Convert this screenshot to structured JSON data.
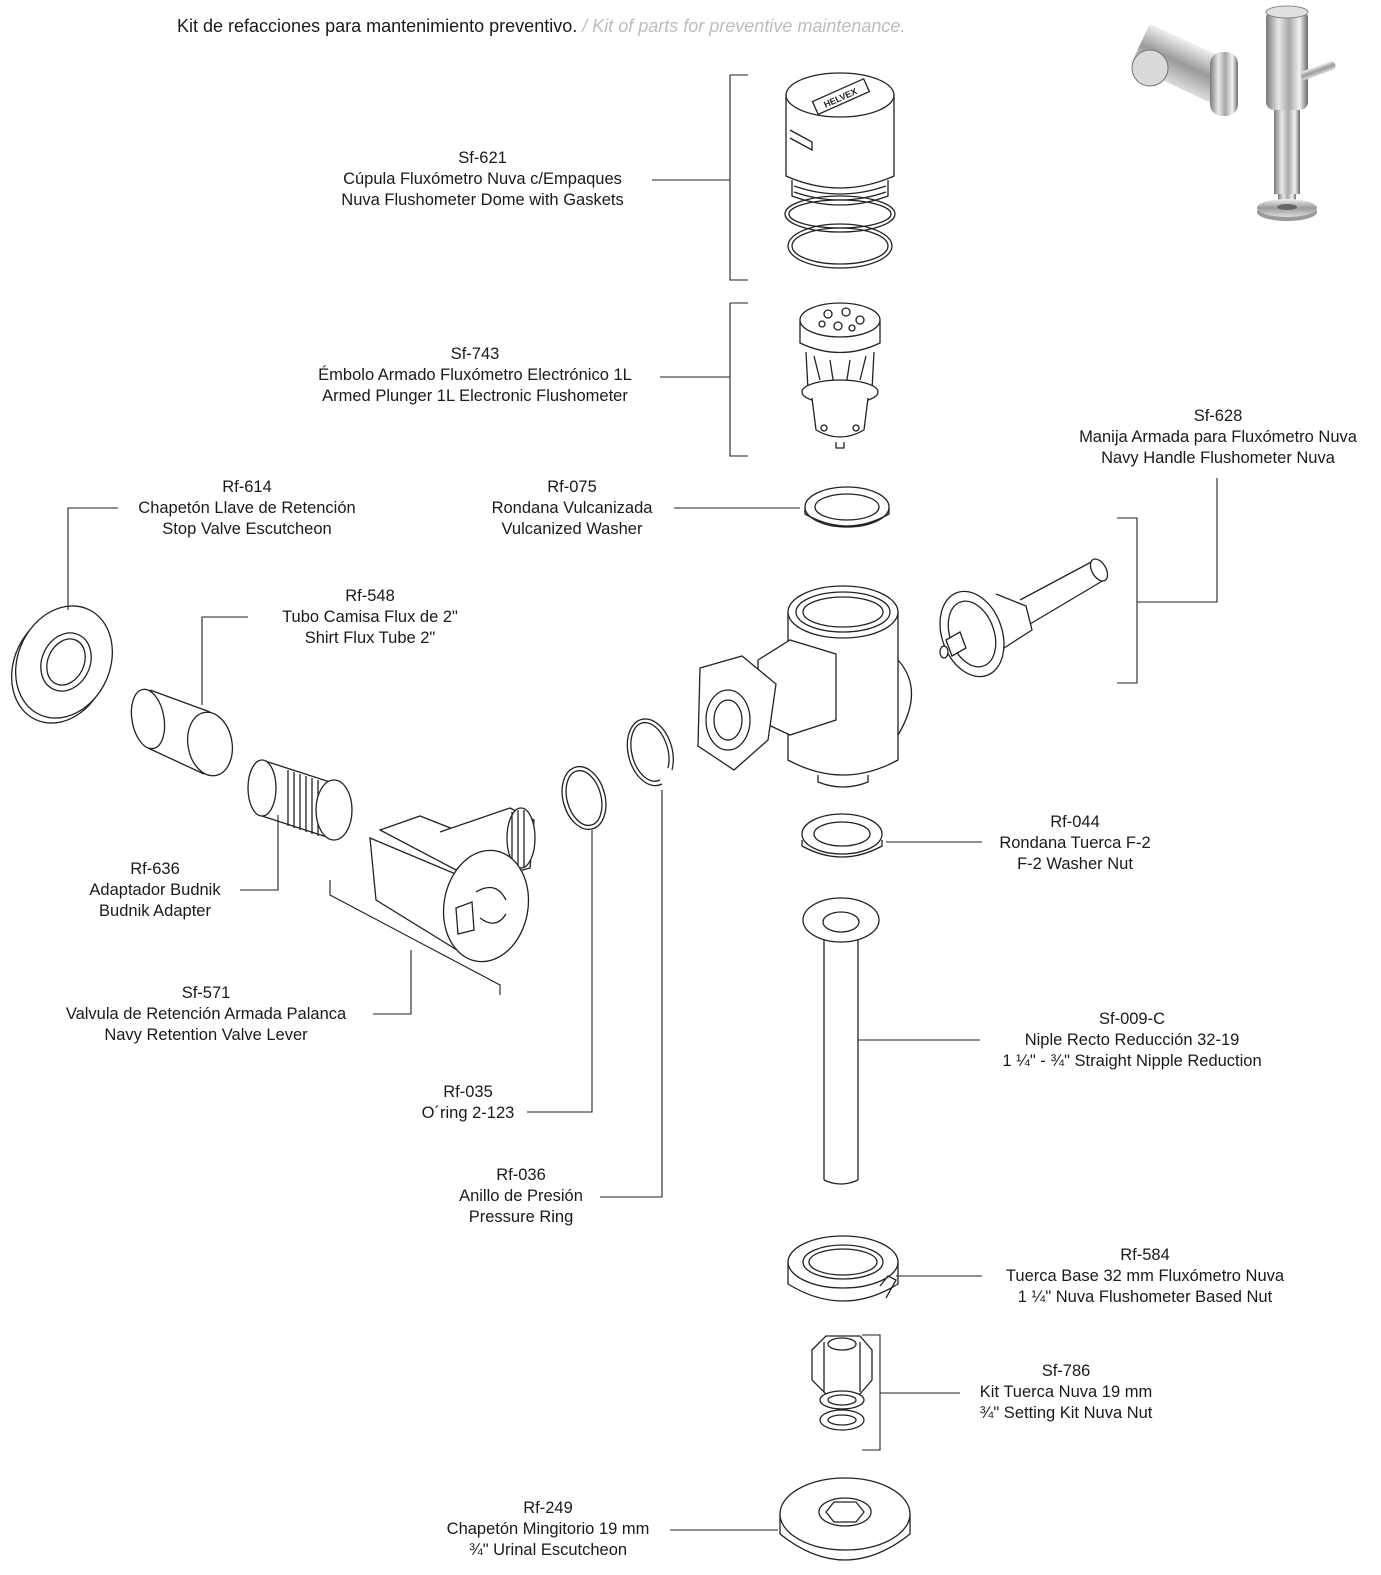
{
  "header": {
    "title_es": "Kit de refacciones para mantenimiento preventivo.",
    "title_en": "/ Kit of parts for preventive maintenance."
  },
  "parts": [
    {
      "code": "Sf-621",
      "es": "Cúpula Fluxómetro Nuva c/Empaques",
      "en": "Nuva Flushometer Dome with Gaskets"
    },
    {
      "code": "Sf-743",
      "es": "Émbolo Armado Fluxómetro Electrónico 1L",
      "en": "Armed Plunger 1L Electronic Flushometer"
    },
    {
      "code": "Sf-628",
      "es": "Manija Armada para Fluxómetro Nuva",
      "en": "Navy Handle Flushometer Nuva"
    },
    {
      "code": "Rf-075",
      "es": "Rondana Vulcanizada",
      "en": "Vulcanized Washer"
    },
    {
      "code": "Rf-614",
      "es": "Chapetón Llave de Retención",
      "en": "Stop Valve Escutcheon"
    },
    {
      "code": "Rf-548",
      "es": "Tubo Camisa Flux de 2\"",
      "en": "Shirt Flux Tube 2\""
    },
    {
      "code": "Rf-636",
      "es": "Adaptador Budnik",
      "en": "Budnik Adapter"
    },
    {
      "code": "Sf-571",
      "es": "Valvula de Retención Armada Palanca",
      "en": "Navy Retention Valve Lever"
    },
    {
      "code": "Rf-035",
      "es": "O´ring 2-123",
      "en": ""
    },
    {
      "code": "Rf-036",
      "es": "Anillo de Presión",
      "en": "Pressure Ring"
    },
    {
      "code": "Rf-044",
      "es": "Rondana Tuerca F-2",
      "en": "F-2 Washer Nut"
    },
    {
      "code": "Sf-009-C",
      "es": "Niple Recto Reducción 32-19",
      "en": "1 ¼\" - ¾\" Straight Nipple Reduction"
    },
    {
      "code": "Rf-584",
      "es": "Tuerca Base 32 mm Fluxómetro Nuva",
      "en": "1 ¼\" Nuva Flushometer Based Nut"
    },
    {
      "code": "Sf-786",
      "es": "Kit Tuerca Nuva 19 mm",
      "en": "¾\" Setting Kit Nuva Nut"
    },
    {
      "code": "Rf-249",
      "es": "Chapetón Mingitorio 19 mm",
      "en": "¾\" Urinal Escutcheon"
    }
  ],
  "dome_brand": "HELVEX",
  "colors": {
    "line": "#222222",
    "fill": "#ffffff",
    "header_en": "#bdbdbd",
    "chrome": "#b8b8b8"
  }
}
